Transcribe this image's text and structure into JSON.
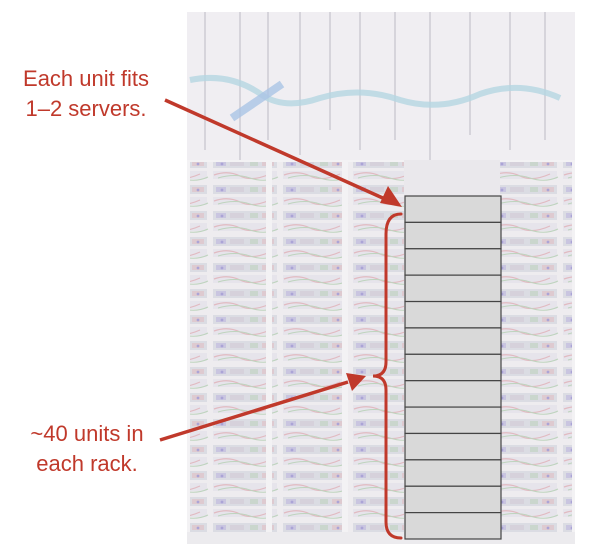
{
  "annotations": {
    "unit_callout": {
      "lines": [
        "Each unit fits",
        "1–2 servers."
      ]
    },
    "rack_callout": {
      "lines": [
        "~40 units in",
        "each rack."
      ]
    }
  },
  "colors": {
    "accent": "#c0392b",
    "unit_fill": "#d9d9d9",
    "unit_stroke": "#444444",
    "photo_bg": "#ece9ee"
  },
  "diagram": {
    "highlighted_unit_count": 13
  }
}
